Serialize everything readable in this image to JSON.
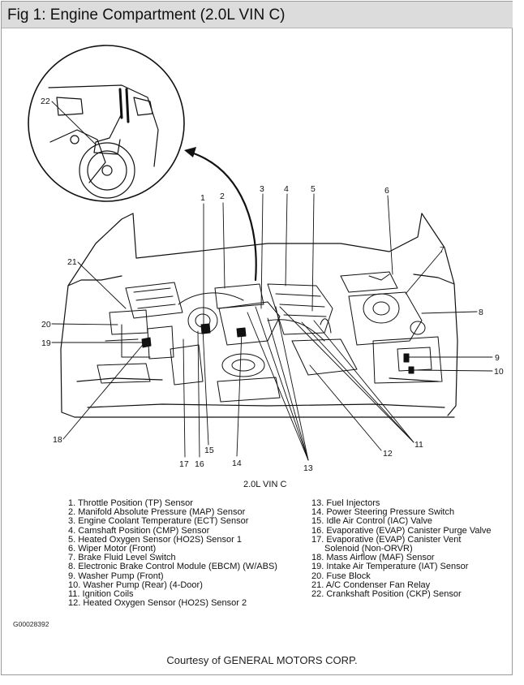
{
  "title": "Fig 1: Engine Compartment (2.0L VIN C)",
  "caption": "2.0L VIN C",
  "callouts": {
    "c1": "1",
    "c2": "2",
    "c3": "3",
    "c4": "4",
    "c5": "5",
    "c6": "6",
    "c7": "7",
    "c8": "8",
    "c9": "9",
    "c10": "10",
    "c11": "11",
    "c12": "12",
    "c13": "13",
    "c14": "14",
    "c15": "15",
    "c16": "16",
    "c17": "17",
    "c18": "18",
    "c19": "19",
    "c20": "20",
    "c21": "21",
    "c22": "22"
  },
  "legend_left": [
    "1. Throttle Position (TP) Sensor",
    "2. Manifold Absolute Pressure (MAP) Sensor",
    "3. Engine Coolant Temperature (ECT) Sensor",
    "4. Camshaft Position (CMP) Sensor",
    "5. Heated Oxygen Sensor (HO2S) Sensor 1",
    "6. Wiper Motor (Front)",
    "7. Brake Fluid Level Switch",
    "8. Electronic Brake Control Module (EBCM) (W/ABS)",
    "9. Washer Pump (Front)",
    "10. Washer Pump (Rear) (4-Door)",
    "11. Ignition Coils",
    "12. Heated Oxygen Sensor (HO2S) Sensor 2"
  ],
  "legend_right": [
    "13. Fuel Injectors",
    "14. Power Steering Pressure Switch",
    "15. Idle Air Control (IAC) Valve",
    "16. Evaporative (EVAP) Canister Purge Valve",
    "17. Evaporative (EVAP) Canister Vent",
    "Solenoid (Non-ORVR)",
    "18. Mass Airflow (MAF) Sensor",
    "19. Intake Air Temperature (IAT) Sensor",
    "20. Fuse Block",
    "21. A/C Condenser Fan Relay",
    "22. Crankshaft Position (CKP) Sensor"
  ],
  "image_code": "G00028392",
  "courtesy": "Courtesy of GENERAL MOTORS CORP."
}
